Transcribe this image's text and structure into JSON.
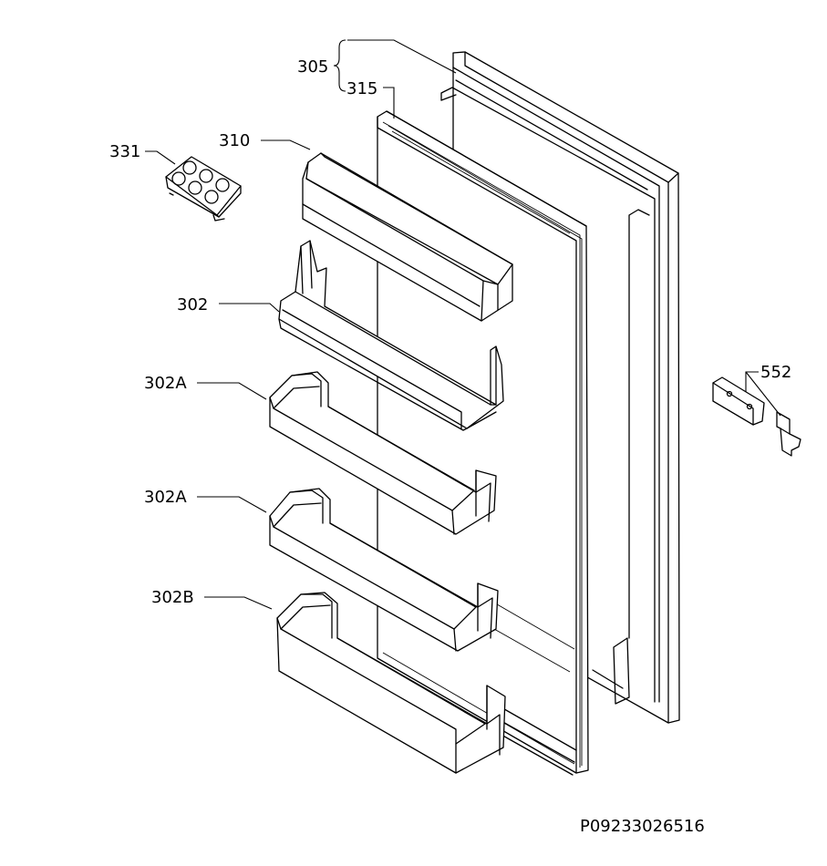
{
  "labels": {
    "p305": "305",
    "p315": "315",
    "p310": "310",
    "p331": "331",
    "p302": "302",
    "p302a_1": "302A",
    "p302a_2": "302A",
    "p302b": "302B",
    "p552": "552"
  },
  "drawing_code": "P09233026516"
}
